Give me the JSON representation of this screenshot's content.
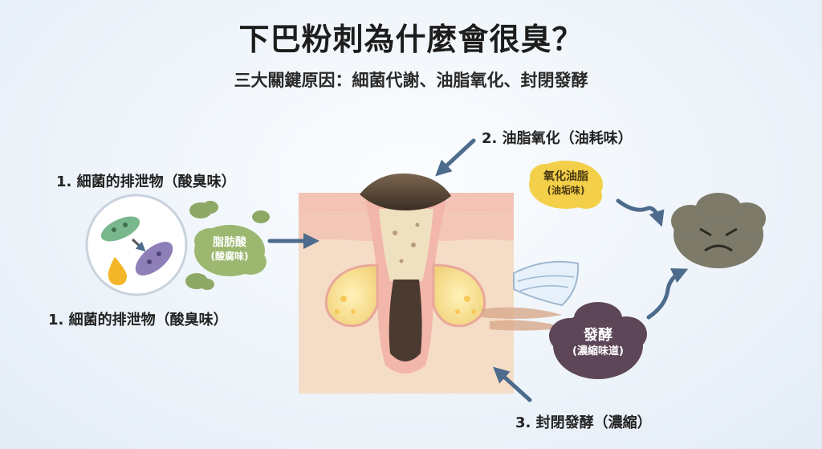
{
  "title": "下巴粉刺為什麼會很臭？",
  "subtitle": "三大關鍵原因：細菌代謝、油脂氧化、封閉發酵",
  "labels": {
    "bacteria_top": "1. 細菌的排泄物（酸臭味）",
    "bacteria_bottom": "1. 細菌的排泄物（酸臭味）",
    "oxidation": "2. 油脂氧化（油耗味）",
    "fermentation": "3. 封閉發酵（濃縮）"
  },
  "bubbles": {
    "fatty_acid": {
      "main": "脂肪酸",
      "sub": "(酸腐味)",
      "color": "#9cb870"
    },
    "oxidized_oil": {
      "main": "氧化油脂",
      "sub": "(油垢味)",
      "color": "#f3cf4a"
    },
    "ferment": {
      "main": "發酵",
      "sub": "(濃縮味道)",
      "color": "#5d4658"
    }
  },
  "colors": {
    "arrow": "#4d6b8c",
    "skin": "#f5dcc7",
    "pore_plug": "#5a4636",
    "stink_cloud": "#7d7a6a"
  },
  "icons": [
    "bacteria-icon",
    "oil-drop-icon",
    "stink-cloud-icon",
    "face-mask-icon",
    "angry-face-icon"
  ]
}
